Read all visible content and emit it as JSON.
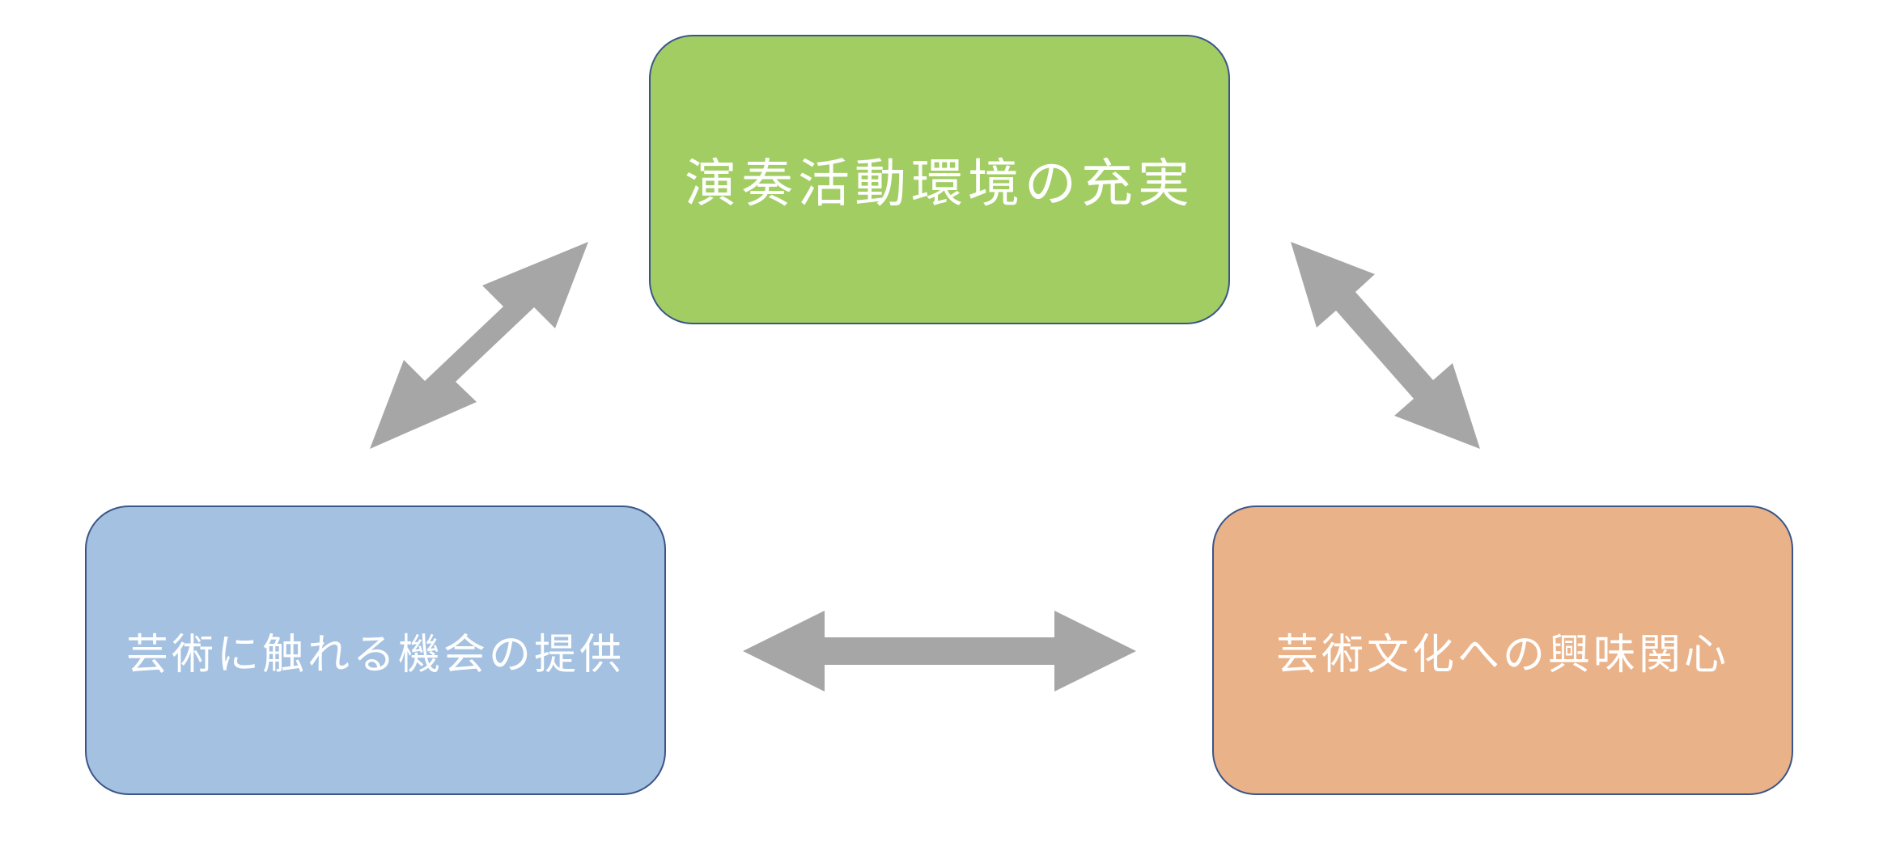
{
  "diagram": {
    "nodes": [
      {
        "id": "top",
        "label": "演奏活動環境の充実",
        "fill": "#a2cd63"
      },
      {
        "id": "left",
        "label": "芸術に触れる機会の提供",
        "fill": "#a4c1e1"
      },
      {
        "id": "right",
        "label": "芸術文化への興味関心",
        "fill": "#eab289"
      }
    ],
    "edges": [
      {
        "from": "top",
        "to": "left",
        "direction": "both"
      },
      {
        "from": "top",
        "to": "right",
        "direction": "both"
      },
      {
        "from": "left",
        "to": "right",
        "direction": "both"
      }
    ],
    "border_color": "#3a5587",
    "arrow_color": "#a6a6a6",
    "label_color": "#ffffff"
  }
}
